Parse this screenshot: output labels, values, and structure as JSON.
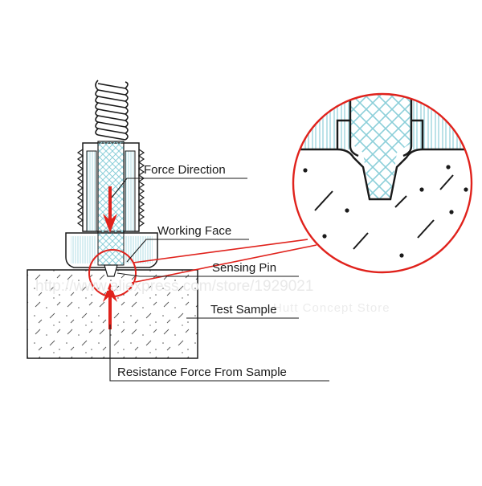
{
  "labels": {
    "force_direction": "Force Direction",
    "working_face": "Working Face",
    "sensing_pin": "Sensing Pin",
    "test_sample": "Test Sample",
    "resistance_force": "Resistance Force From Sample"
  },
  "watermark": {
    "url": "http://www.aliexpress.com/store/1929021",
    "store": "Hutt Concept Store"
  },
  "colors": {
    "accent_red": "#e0221c",
    "hatch_blue": "#8ccfd9",
    "line": "#1a1a1a"
  }
}
